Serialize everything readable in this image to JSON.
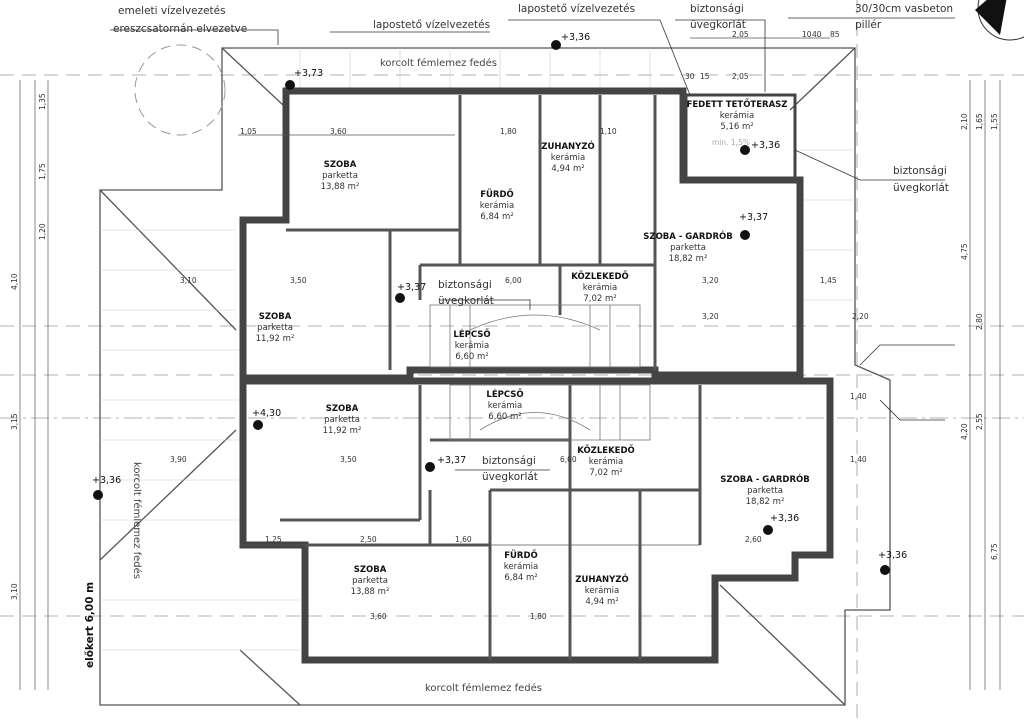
{
  "annotations": {
    "emeleti": "emeleti vízelvezetés",
    "ereszcsatorna": "ereszcsatornán elvezetve",
    "lapostet1": "lapostető vízelvezetés",
    "lapostet2": "lapostető vízelvezetés",
    "korlat_top_1": "biztonsági",
    "korlat_top_2": "üvegkorlát",
    "pillar_1": "30/30cm vasbeton",
    "pillar_2": "pillér",
    "korlat_right_1": "biztonsági",
    "korlat_right_2": "üvegkorlát",
    "korlat_mid_1": "biztonsági",
    "korlat_mid_2": "üvegkorlát",
    "korlat_low_1": "biztonsági",
    "korlat_low_2": "üvegkorlát",
    "roof_top": "korcolt fémlemez fedés",
    "roof_left": "korcolt fémlemez fedés",
    "roof_bottom": "korcolt fémlemez fedés",
    "setback": "előkert 6,00 m"
  },
  "levels": [
    "+3,36",
    "+3,73",
    "+3,36",
    "+3,37",
    "+4,30",
    "+3,37",
    "+3,36",
    "+3,37",
    "+3,36",
    "+3,36"
  ],
  "rooms": [
    {
      "name": "SZOBA",
      "floor": "parketta",
      "area": "13,88 m²"
    },
    {
      "name": "FÜRDŐ",
      "floor": "kerámia",
      "area": "6,84 m²"
    },
    {
      "name": "ZUHANYZÓ",
      "floor": "kerámia",
      "area": "4,94 m²"
    },
    {
      "name": "FEDETT TETŐTERASZ",
      "floor": "kerámia",
      "area": "5,16 m²"
    },
    {
      "name": "SZOBA - GARDRÓB",
      "floor": "parketta",
      "area": "18,82 m²"
    },
    {
      "name": "KÖZLEKEDŐ",
      "floor": "kerámia",
      "area": "7,02 m²"
    },
    {
      "name": "SZOBA",
      "floor": "parketta",
      "area": "11,92 m²"
    },
    {
      "name": "LÉPCSŐ",
      "floor": "kerámia",
      "area": "6,60 m²"
    },
    {
      "name": "LÉPCSŐ",
      "floor": "kerámia",
      "area": "6,60 m²"
    },
    {
      "name": "SZOBA",
      "floor": "parketta",
      "area": "11,92 m²"
    },
    {
      "name": "KÖZLEKEDŐ",
      "floor": "kerámia",
      "area": "7,02 m²"
    },
    {
      "name": "SZOBA - GARDRÓB",
      "floor": "parketta",
      "area": "18,82 m²"
    },
    {
      "name": "SZOBA",
      "floor": "parketta",
      "area": "13,88 m²"
    },
    {
      "name": "FÜRDŐ",
      "floor": "kerámia",
      "area": "6,84 m²"
    },
    {
      "name": "ZUHANYZÓ",
      "floor": "kerámia",
      "area": "4,94 m²"
    }
  ],
  "slope": "min. 1,5%",
  "dimensions": [
    "2,05",
    "10",
    "40",
    "85",
    "2,05",
    "30",
    "15",
    "1,05",
    "3,60",
    "1,80",
    "1,10",
    "3,50",
    "3,10",
    "6,00",
    "3,20",
    "3,20",
    "1,45",
    "2,20",
    "1,40",
    "3,90",
    "3,50",
    "6,00",
    "1,40",
    "1,25",
    "2,50",
    "1,60",
    "2,60",
    "3,60",
    "1,80",
    "4,10",
    "3,15",
    "3,10",
    "1,35",
    "1,75",
    "1,20",
    "2,10",
    "1,65",
    "1,55",
    "4,75",
    "2,80",
    "4,20",
    "6,75",
    "2,55"
  ]
}
